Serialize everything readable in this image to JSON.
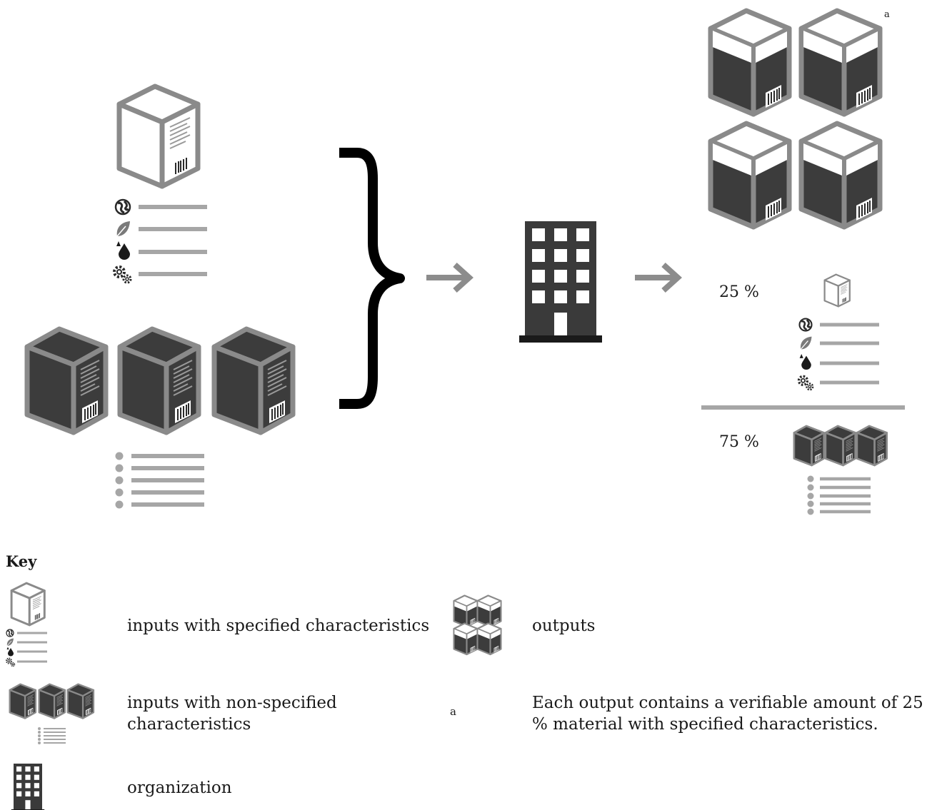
{
  "diagram": {
    "output_share_specified": "25 %",
    "output_share_non_specified": "75 %",
    "footnote_marker": "a"
  },
  "key": {
    "title": "Key",
    "items": [
      {
        "icon": "white-box-with-characteristics-icon",
        "label": "inputs with specified characteristics"
      },
      {
        "icon": "dark-boxes-with-list-icon",
        "label": "inputs with non-specified characteristics"
      },
      {
        "icon": "building-icon",
        "label": "organization"
      },
      {
        "icon": "four-output-boxes-icon",
        "label": "outputs"
      },
      {
        "icon": "footnote-a",
        "marker": "a",
        "label": "Each output contains a verifiable amount of 25 % material with specified characteristics."
      }
    ]
  },
  "colors": {
    "box_outline": "#8a8a8a",
    "box_dark": "#3c3c3c",
    "line_gray": "#a6a6a6",
    "brace": "#000000",
    "arrow": "#8c8c8c",
    "building": "#3a3a3a"
  }
}
